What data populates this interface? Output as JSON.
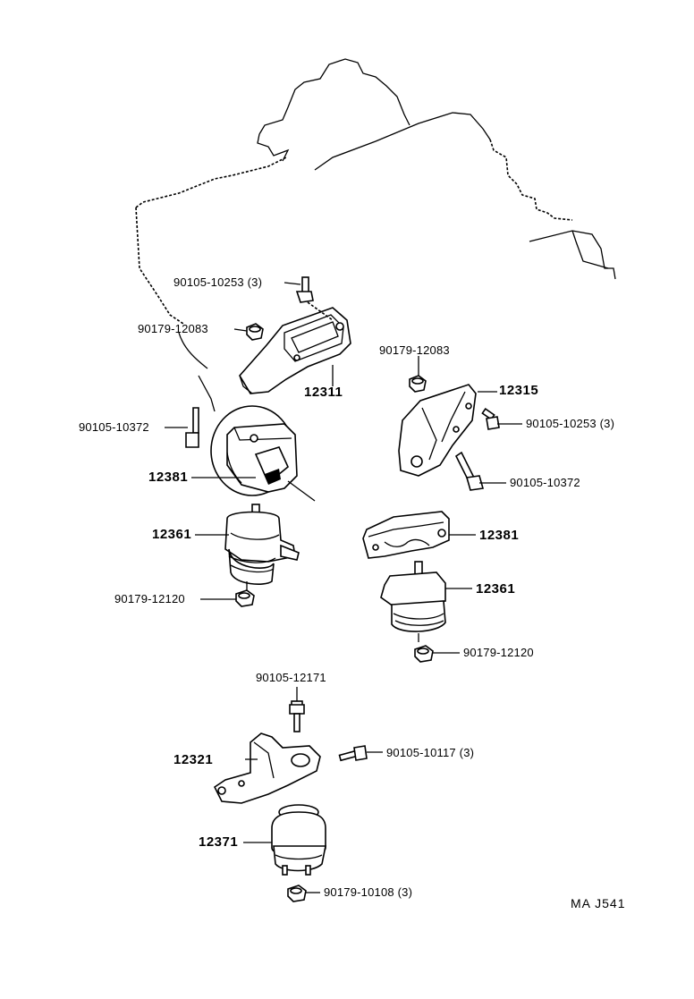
{
  "diagram": {
    "labels": {
      "bolt_engine_bracket": "90105-10253 (3)",
      "nut_left_upper": "90179-12083",
      "nut_right_upper": "90179-12083",
      "bracket_12311": "12311",
      "bracket_12315": "12315",
      "bolt_right_small": "90105-10253 (3)",
      "bolt_left_long": "90105-10372",
      "bolt_right_long": "90105-10372",
      "bracket_12381_left": "12381",
      "bracket_12381_right": "12381",
      "mount_12361_left": "12361",
      "mount_12361_right": "12361",
      "nut_left_lower": "90179-12120",
      "nut_right_lower": "90179-12120",
      "bolt_rear_top": "90105-12171",
      "bracket_12321": "12321",
      "bolt_rear_side": "90105-10117 (3)",
      "mount_12371": "12371",
      "nut_rear_bottom": "90179-10108 (3)"
    },
    "figure_code": "MA  J541"
  }
}
